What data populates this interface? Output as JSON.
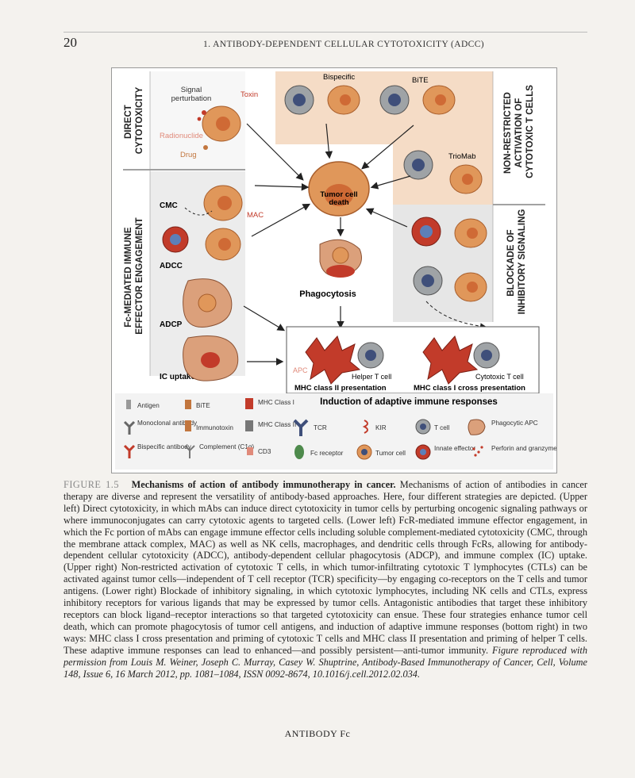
{
  "header": {
    "page_number": "20",
    "running_title": "1. ANTIBODY-DEPENDENT CELLULAR CYTOTOXICITY (ADCC)"
  },
  "figure": {
    "sections": {
      "direct": "DIRECT CYTOTOXICITY",
      "fc": "Fc-MEDIATED IMMUNE EFFECTOR ENGAGEMENT",
      "nonrestricted": "NON-RESTRICTED ACTIVATION OF CYTOTOXIC T CELLS",
      "blockade": "BLOCKADE OF INHIBITORY SIGNALING"
    },
    "labels": {
      "signal": "Signal perturbation",
      "toxin": "Toxin",
      "radionuclide": "Radionuclide",
      "drug": "Drug",
      "bispecific": "Bispecific",
      "bite": "BiTE",
      "triomab": "TrioMab",
      "cmc": "CMC",
      "mac": "MAC",
      "adcc": "ADCC",
      "adcp": "ADCP",
      "ic_uptake": "IC uptake",
      "tumor_death": "Tumor cell death",
      "phagocytosis": "Phagocytosis",
      "apc": "APC",
      "helper": "Helper T cell",
      "cytotoxic": "Cytotoxic T cell",
      "mhc2_pres": "MHC class II presentation",
      "mhc1_cross": "MHC class I cross presentation",
      "adaptive": "Induction of adaptive immune responses"
    },
    "legend": [
      {
        "label": "Antigen"
      },
      {
        "label": "BiTE"
      },
      {
        "label": "MHC Class I"
      },
      {
        "label": "Monoclonal antibody"
      },
      {
        "label": "Immunotoxin"
      },
      {
        "label": "MHC Class II"
      },
      {
        "label": "TCR"
      },
      {
        "label": "KIR"
      },
      {
        "label": "T cell"
      },
      {
        "label": "Phagocytic APC"
      },
      {
        "label": "Bispecific antibody"
      },
      {
        "label": "Complement (C1q)"
      },
      {
        "label": "CD3"
      },
      {
        "label": "Fc receptor"
      },
      {
        "label": "Tumor cell"
      },
      {
        "label": "Innate effector"
      },
      {
        "label": "Perforin and granzymes"
      }
    ]
  },
  "caption": {
    "label": "FIGURE 1.5",
    "title": "Mechanisms of action of antibody immunotherapy in cancer.",
    "body": "Mechanisms of action of antibodies in cancer therapy are diverse and represent the versatility of antibody-based approaches. Here, four different strategies are depicted. (Upper left) Direct cytotoxicity, in which mAbs can induce direct cytotoxicity in tumor cells by perturbing oncogenic signaling pathways or where immunoconjugates can carry cytotoxic agents to targeted cells. (Lower left) FcR-mediated immune effector engagement, in which the Fc portion of mAbs can engage immune effector cells including soluble complement-mediated cytotoxicity (CMC, through the membrane attack complex, MAC) as well as NK cells, macrophages, and dendritic cells through FcRs, allowing for antibody-dependent cellular cytotoxicity (ADCC), antibody-dependent cellular phagocytosis (ADCP), and immune complex (IC) uptake. (Upper right) Non-restricted activation of cytotoxic T cells, in which tumor-infiltrating cytotoxic T lymphocytes (CTLs) can be activated against tumor cells—independent of T cell receptor (TCR) specificity—by engaging co-receptors on the T cells and tumor antigens. (Lower right) Blockade of inhibitory signaling, in which cytotoxic lymphocytes, including NK cells and CTLs, express inhibitory receptors for various ligands that may be expressed by tumor cells. Antagonistic antibodies that target these inhibitory receptors can block ligand–receptor interactions so that targeted cytotoxicity can ensue. These four strategies enhance tumor cell death, which can promote phagocytosis of tumor cell antigens, and induction of adaptive immune responses (bottom right) in two ways: MHC class I cross presentation and priming of cytotoxic T cells and MHC class II presentation and priming of helper T cells. These adaptive immune responses can lead to enhanced—and possibly persistent—anti-tumor immunity.",
    "credit": "Figure reproduced with permission from Louis M. Weiner, Joseph C. Murray, Casey W. Shuptrine, Antibody-Based Immunotherapy of Cancer, Cell, Volume 148, Issue 6, 16 March 2012, pp. 1081–1084, ISSN 0092-8674, 10.1016/j.cell.2012.02.034."
  },
  "footer": {
    "text": "ANTIBODY Fc"
  },
  "colors": {
    "tumor": "#e0975a",
    "tumor_nucleus": "#cf6a35",
    "tcell": "#9fa3a6",
    "tcell_nucleus": "#3f4f7a",
    "effector": "#c23b2a",
    "effector_nucleus": "#5d7fb8",
    "panel_shade": "#f5dcc6",
    "panel_grey": "#e6e6e6"
  }
}
